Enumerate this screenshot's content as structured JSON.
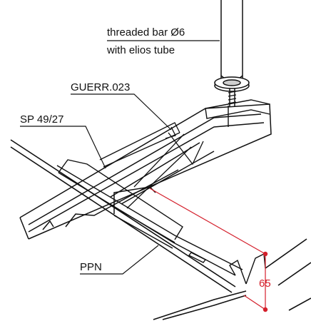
{
  "labels": {
    "rod_line1": "threaded bar Ø6",
    "rod_line2": "with elios tube",
    "clip": "GUERR.023",
    "channel": "SP 49/27",
    "profile": "PPN"
  },
  "dimension": {
    "value": "65"
  },
  "colors": {
    "ink": "#111111",
    "dimension": "#d41f2b",
    "background": "#ffffff"
  }
}
